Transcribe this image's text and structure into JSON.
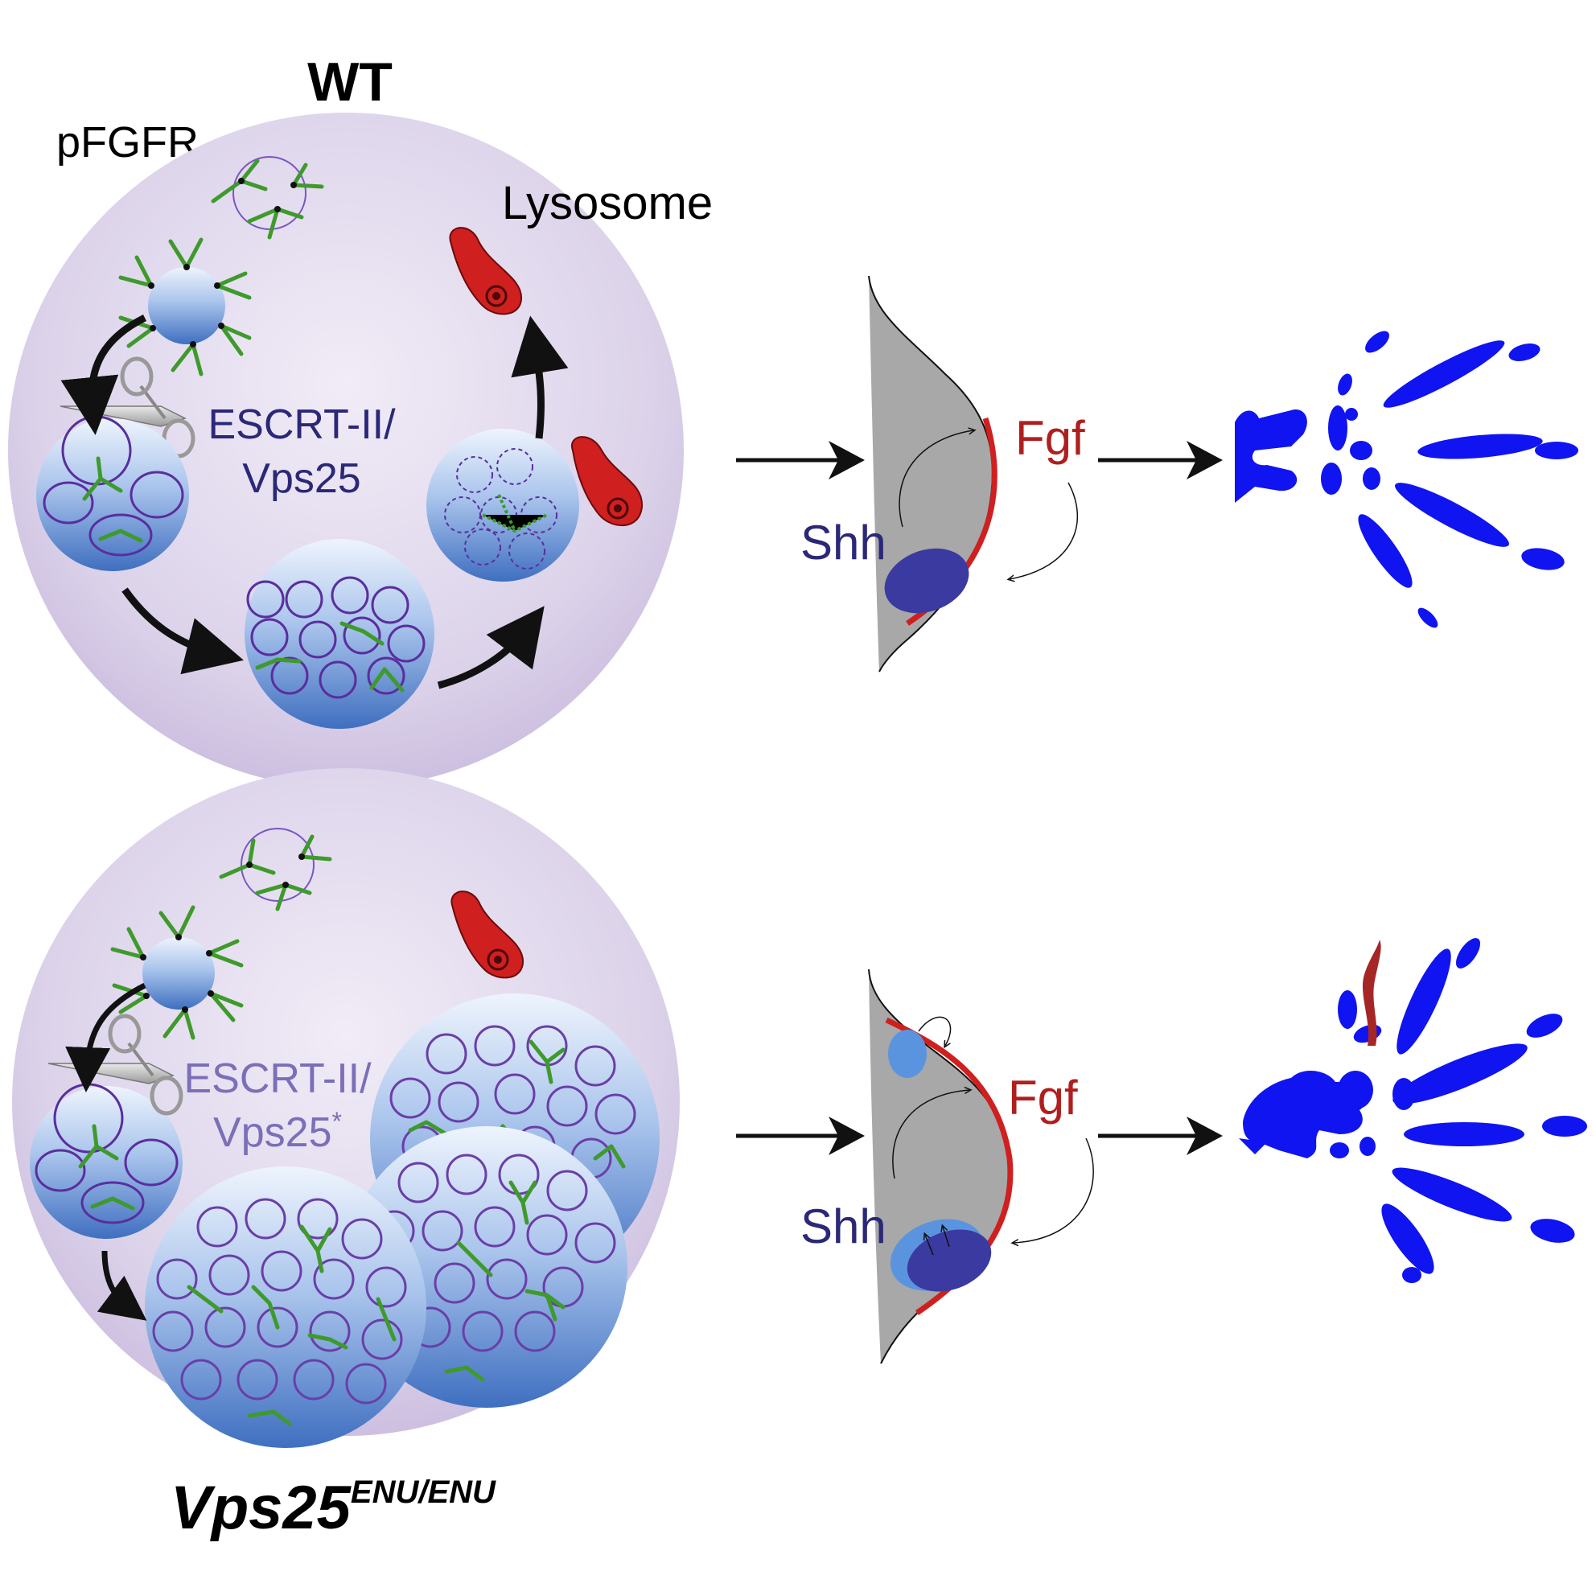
{
  "wt": {
    "title": "WT",
    "pfgfr": "pFGFR",
    "lysosome": "Lysosome",
    "escrt_line1": "ESCRT-II/",
    "escrt_line2": "Vps25",
    "shh": "Shh",
    "fgf": "Fgf"
  },
  "mutant": {
    "title_base": "Vps25",
    "title_sup": "ENU/ENU",
    "escrt_line1": "ESCRT-II/",
    "escrt_line2": "Vps25",
    "escrt_mark": "*",
    "shh": "Shh",
    "fgf": "Fgf"
  },
  "colors": {
    "cell": "#d9cfe6",
    "endosome_top": "#e4eefb",
    "endosome_bottom": "#4a78c6",
    "vesicle_ring": "#6a3ea8",
    "receptor": "#3f9a2c",
    "lysosome": "#d01f1f",
    "limb_bud": "#a8a8a8",
    "aer": "#d01f1f",
    "zpa": "#3a3aa0",
    "zpa_expanded": "#5b94de",
    "skeleton": "#0f14f0",
    "ectopic_element": "#a62626",
    "label_dark": "#2b2878",
    "label_fgf": "#b01e1e",
    "label_escrt_mutant": "#7a6fb8"
  }
}
